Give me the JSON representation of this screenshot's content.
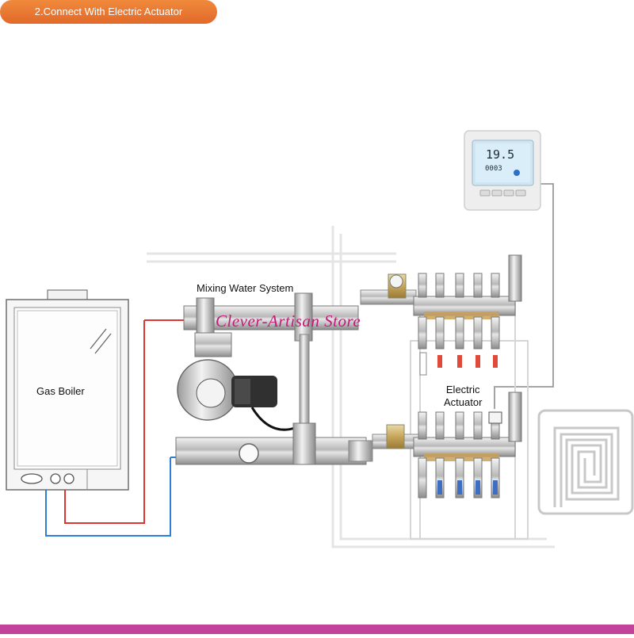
{
  "banner": {
    "text": "2.Connect With Electric Actuator",
    "color": "#e8742f"
  },
  "boiler": {
    "label": "Gas Boiler"
  },
  "mixing": {
    "label": "Mixing Water System"
  },
  "actuator": {
    "line1": "Electric",
    "line2": "Actuator"
  },
  "thermostat": {
    "temp": "19.5",
    "counter": "0003"
  },
  "watermark": {
    "text": "Clever-Artisan Store",
    "color": "#c21a7a"
  },
  "colors": {
    "hot_pipe": "#e0352f",
    "cold_pipe": "#2f7fd6",
    "accent_bar": "#c2449a"
  },
  "icons": [
    "flame-icon",
    "thermometer-icon",
    "gauge-icon",
    "floor-heating-coil-icon"
  ]
}
